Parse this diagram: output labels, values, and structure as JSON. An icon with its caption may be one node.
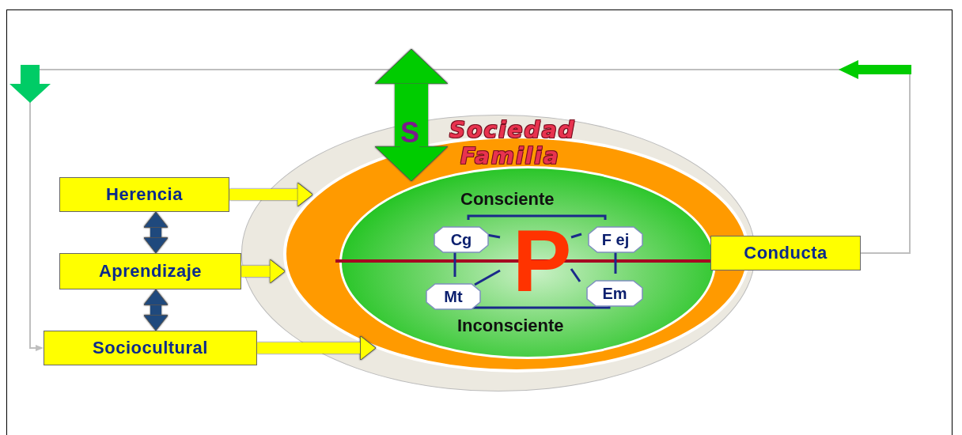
{
  "diagram": {
    "nodes": [
      {
        "text": [
          "Sociedad"
        ]
      },
      {
        "text": [
          "Familia"
        ],
        "in": 0
      },
      {
        "text": [
          "Consciente",
          "Inconsciente"
        ],
        "in": 1
      },
      {
        "text": [
          "Cg"
        ],
        "in": 2
      },
      {
        "text": [
          "P"
        ],
        "in": 2
      },
      {
        "text": [
          "F ej"
        ],
        "in": 2
      },
      {
        "text": [
          "Mt"
        ],
        "in": 2
      },
      {
        "text": [
          "Em"
        ],
        "in": 2
      },
      {
        "text": [
          "Herencia"
        ]
      },
      {
        "text": [
          "Aprendizaje"
        ]
      },
      {
        "text": [
          "Sociocultural"
        ]
      },
      {
        "text": [
          "Conducta"
        ]
      }
    ],
    "edges": [
      {
        "from": 8,
        "to": 1,
        "arrow": "to",
        "style": "thick",
        "color": "#ffff00"
      },
      {
        "from": 9,
        "to": 1,
        "arrow": "to",
        "style": "thick",
        "color": "#ffff00"
      },
      {
        "from": 10,
        "to": 1,
        "arrow": "to",
        "style": "thick",
        "color": "#ffff00"
      },
      {
        "from": 8,
        "to": 9,
        "arrow": "both",
        "style": "thick",
        "color": "#1f497d"
      },
      {
        "from": 9,
        "to": 10,
        "arrow": "both",
        "style": "thick",
        "color": "#1f497d"
      },
      {
        "from": 11,
        "to": 10,
        "arrow": "to",
        "color": "#bfbfbf"
      },
      {
        "from": 2,
        "to": 11,
        "arrow": "none",
        "color": "#a50021"
      },
      {
        "from": null,
        "to": 2,
        "arrow": "both",
        "label": "S",
        "style": "thick",
        "color": "#00cc00"
      },
      {
        "from": 4,
        "to": 3,
        "arrow": "none"
      },
      {
        "from": 4,
        "to": 5,
        "arrow": "none"
      },
      {
        "from": 4,
        "to": 6,
        "arrow": "none"
      },
      {
        "from": 4,
        "to": 7,
        "arrow": "none"
      },
      {
        "from": 3,
        "to": 5,
        "arrow": "none"
      },
      {
        "from": 3,
        "to": 6,
        "arrow": "none"
      },
      {
        "from": 5,
        "to": 7,
        "arrow": "none"
      },
      {
        "from": 6,
        "to": 7,
        "arrow": "none"
      }
    ]
  }
}
